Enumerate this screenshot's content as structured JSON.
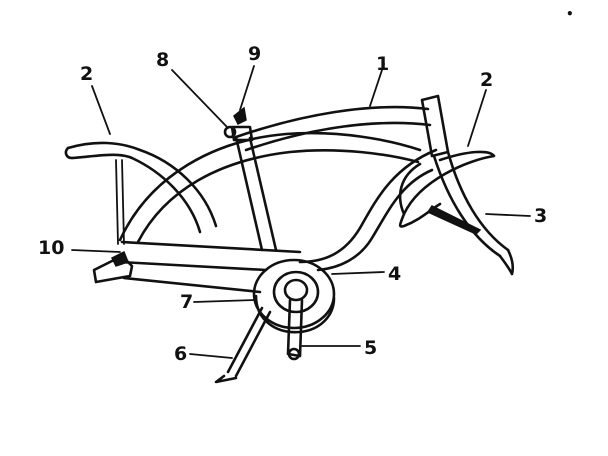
{
  "diagram": {
    "labels": {
      "frame": "1",
      "rear_fender": "2",
      "front_fender": "2",
      "fork": "3",
      "chain_guard": "4",
      "crank": "5",
      "kickstand": "6",
      "chain": "7",
      "seat_clamp": "8",
      "seat_post": "9",
      "rear_axle": "10"
    },
    "corner_mark": "•"
  }
}
